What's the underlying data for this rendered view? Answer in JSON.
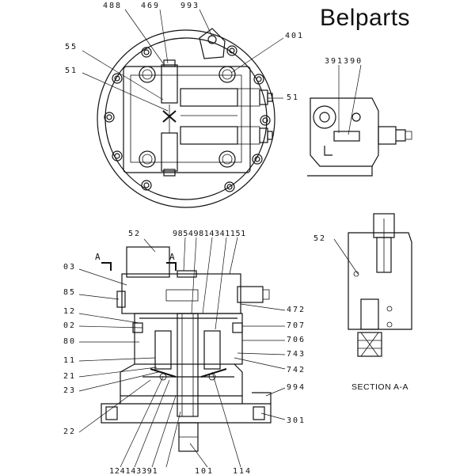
{
  "brand": "Belparts",
  "section_title": "SECTION  A-A",
  "section_marks": [
    "A",
    "A"
  ],
  "labels": {
    "top_view": [
      "488",
      "469",
      "993",
      "401",
      "55",
      "51",
      "51"
    ],
    "right_detail": [
      "391390"
    ],
    "side_left": [
      "52",
      "03",
      "85",
      "12",
      "02",
      "80",
      "11",
      "21",
      "23",
      "22"
    ],
    "side_top": [
      "98549814341151"
    ],
    "side_right": [
      "472",
      "707",
      "706",
      "743",
      "742",
      "994",
      "301"
    ],
    "side_bottom": [
      "124143391",
      "101",
      "114"
    ],
    "section_view": [
      "52"
    ]
  }
}
